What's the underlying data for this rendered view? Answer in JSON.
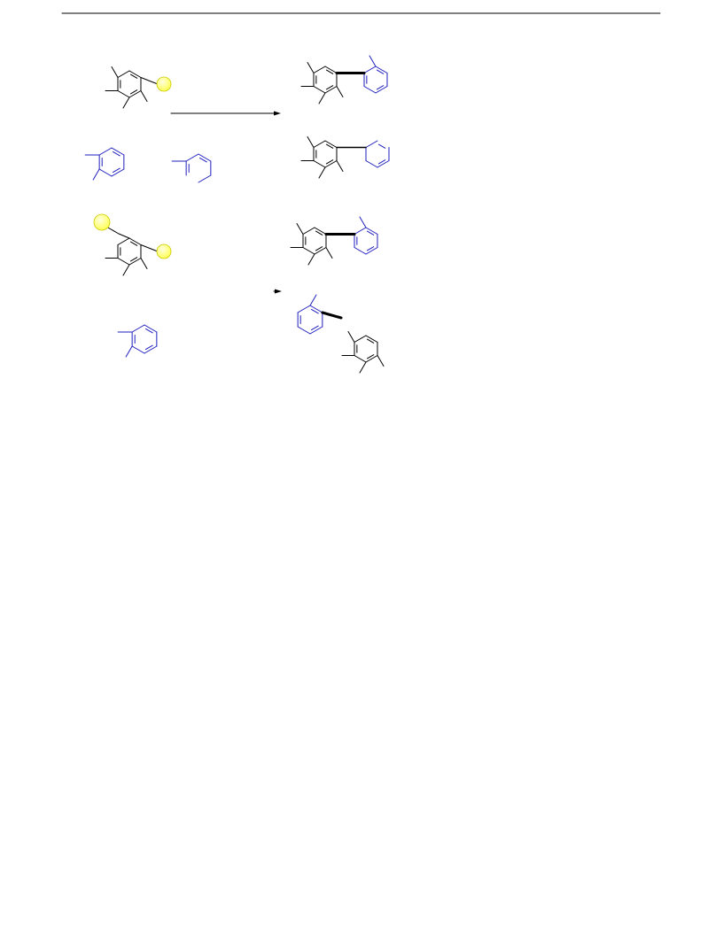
{
  "colors": {
    "reactant_bond": "#000000",
    "coupling_partner_bond": "#1f1fbf",
    "resin_bead_fill": "#ffff55",
    "resin_bead_stroke": "#c8c800",
    "rule": "#000000"
  },
  "icons": {
    "resin_bead": "yellow-sphere",
    "reaction_arrow": "right-arrow"
  },
  "structures": [
    {
      "name": "reactant-1",
      "type": "resin-bound tetramethyl arene",
      "color": "black"
    },
    {
      "name": "coupling-partner-toluene-a",
      "type": "ortho-xylene fragment",
      "color": "blue"
    },
    {
      "name": "coupling-partner-fragment-b",
      "type": "aryl fragment",
      "color": "blue"
    },
    {
      "name": "product-1",
      "type": "biaryl",
      "color": "black+blue"
    },
    {
      "name": "product-2",
      "type": "biaryl",
      "color": "black+blue"
    },
    {
      "name": "reactant-2",
      "type": "bis resin-bound tetramethyl arene",
      "color": "black"
    },
    {
      "name": "coupling-partner-toluene-c",
      "type": "ortho-xylene fragment",
      "color": "blue"
    },
    {
      "name": "product-3",
      "type": "biaryl",
      "color": "black+blue"
    },
    {
      "name": "product-4",
      "type": "biaryl",
      "color": "black+blue"
    }
  ]
}
